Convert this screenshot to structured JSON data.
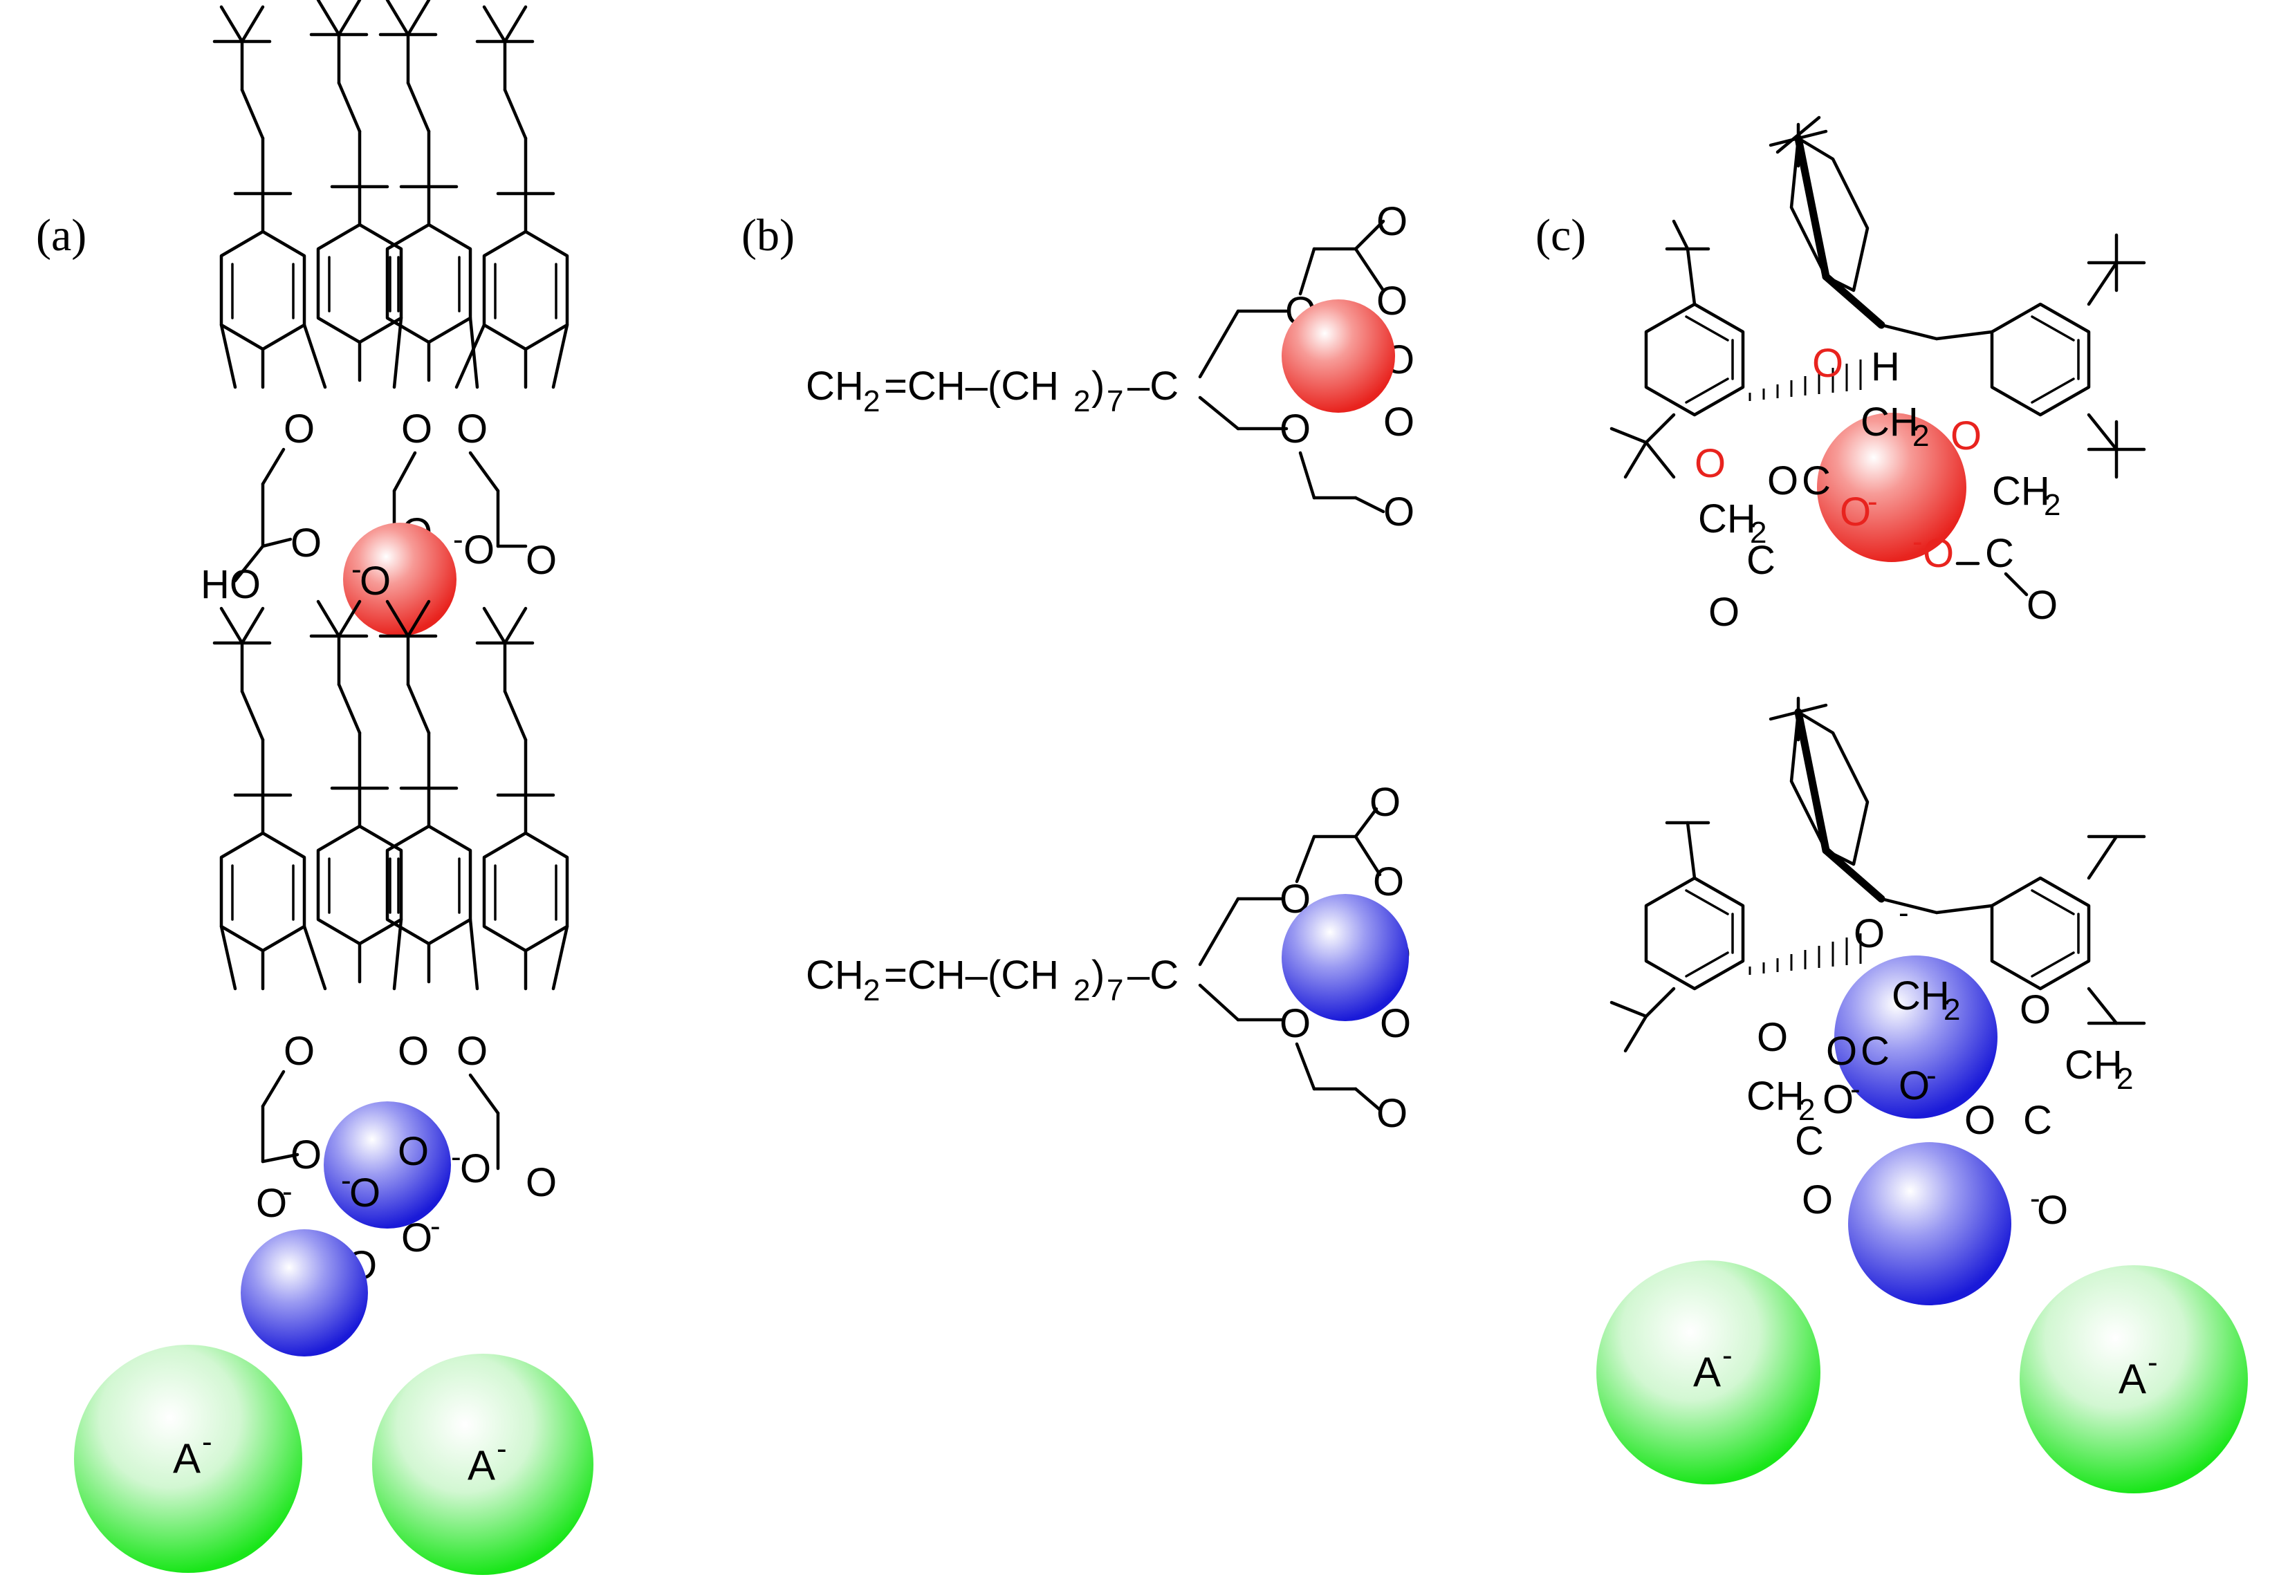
{
  "panels": {
    "a": {
      "label": "(a)"
    },
    "b": {
      "label": "(b)"
    },
    "c": {
      "label": "(c)"
    }
  },
  "atoms": {
    "oxygen": "O",
    "ho": "HO",
    "hydrogen": "H",
    "carbon": "C",
    "ch2": "CH",
    "subscript_2": "2",
    "subscript_7": "7",
    "minus": "-"
  },
  "chain": {
    "head": "CH",
    "sub2": "2",
    "mid": "=CH–(CH",
    "sub2b": "2",
    ")": ")",
    "sub7": "7",
    "tail": "–C"
  },
  "anion_label": "A",
  "anion_charge": "-",
  "colors": {
    "red_ball": "#e8231e",
    "blue_ball": "#1a1ad8",
    "green_ball": "#19e619",
    "red_atom": "#e8231e"
  }
}
